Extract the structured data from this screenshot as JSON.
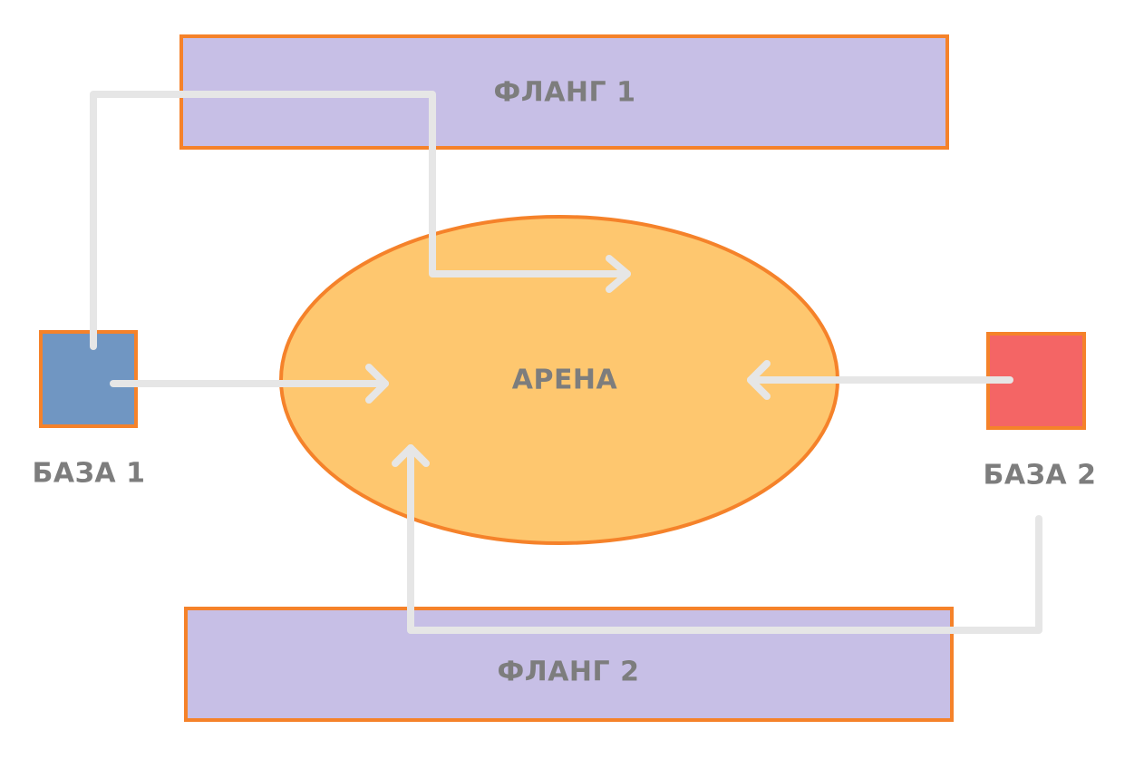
{
  "labels": {
    "flank1": "ФЛАНГ 1",
    "flank2": "ФЛАНГ 2",
    "arena": "АРЕНА",
    "base1": "БАЗА 1",
    "base2": "БАЗА 2"
  },
  "colors": {
    "flank_fill": "#c7bfe6",
    "outline": "#f5822a",
    "arena_fill": "#fec76f",
    "base1_fill": "#7096c2",
    "base2_fill": "#f46565",
    "path": "#e6e6e6",
    "label": "#7d7d7d"
  }
}
